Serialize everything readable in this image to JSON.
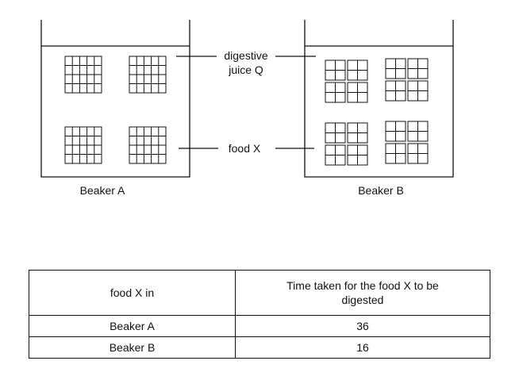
{
  "diagram": {
    "labels": {
      "juice_line1": "digestive",
      "juice_line2": "juice Q",
      "food": "food X"
    },
    "beaker_a": {
      "name": "Beaker A"
    },
    "beaker_b": {
      "name": "Beaker B"
    }
  },
  "table": {
    "headers": [
      "food X in",
      "Time taken for the food X to be digested"
    ],
    "rows": [
      {
        "beaker": "Beaker A",
        "time": "36"
      },
      {
        "beaker": "Beaker B",
        "time": "16"
      }
    ]
  }
}
